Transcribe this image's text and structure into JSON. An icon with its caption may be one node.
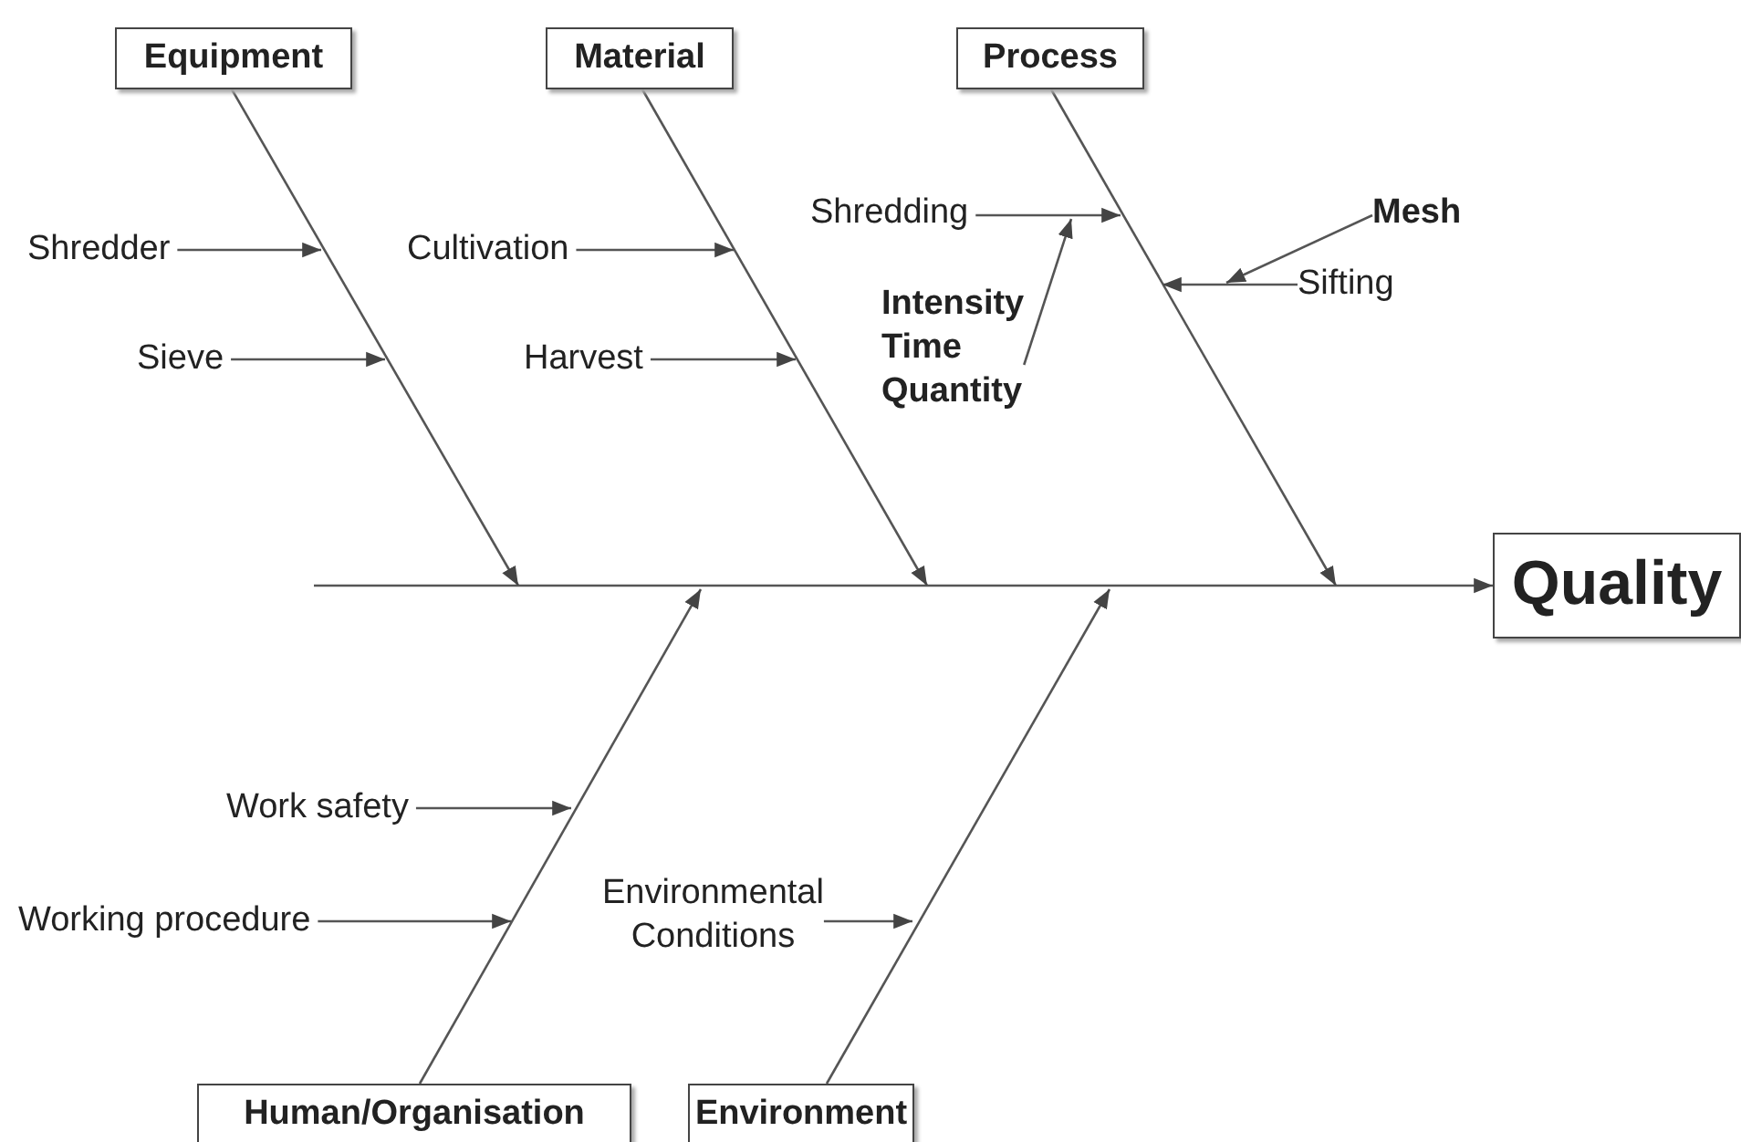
{
  "diagram": {
    "nodes": [
      {
        "text": [
          "Equipment"
        ]
      },
      {
        "text": [
          "Material"
        ]
      },
      {
        "text": [
          "Process"
        ]
      },
      {
        "text": [
          "Quality"
        ]
      },
      {
        "text": [
          "Human/Organisation"
        ]
      },
      {
        "text": [
          "Environment"
        ]
      },
      {
        "text": [
          "Shredder"
        ]
      },
      {
        "text": [
          "Sieve"
        ]
      },
      {
        "text": [
          "Cultivation"
        ]
      },
      {
        "text": [
          "Harvest"
        ]
      },
      {
        "text": [
          "Shredding"
        ]
      },
      {
        "text": [
          "Intensity Time Quantity"
        ]
      },
      {
        "text": [
          "Mesh"
        ]
      },
      {
        "text": [
          "Sifting"
        ]
      },
      {
        "text": [
          "Work safety"
        ]
      },
      {
        "text": [
          "Working procedure"
        ]
      },
      {
        "text": [
          "Environmental Conditions"
        ]
      }
    ],
    "edges": [
      {
        "from": null,
        "to": 3,
        "arrow": "to"
      },
      {
        "from": 0,
        "to": null,
        "arrow": "to"
      },
      {
        "from": 1,
        "to": null,
        "arrow": "to"
      },
      {
        "from": 2,
        "to": null,
        "arrow": "to"
      },
      {
        "from": 4,
        "to": null,
        "arrow": "to"
      },
      {
        "from": 5,
        "to": null,
        "arrow": "to"
      },
      {
        "from": 6,
        "to": null,
        "arrow": "to"
      },
      {
        "from": 7,
        "to": null,
        "arrow": "to"
      },
      {
        "from": 8,
        "to": null,
        "arrow": "to"
      },
      {
        "from": 9,
        "to": null,
        "arrow": "to"
      },
      {
        "from": 10,
        "to": null,
        "arrow": "to"
      },
      {
        "from": 11,
        "to": null,
        "arrow": "to"
      },
      {
        "from": 13,
        "to": null,
        "arrow": "to"
      },
      {
        "from": 12,
        "to": null,
        "arrow": "to"
      },
      {
        "from": 14,
        "to": null,
        "arrow": "to"
      },
      {
        "from": 15,
        "to": null,
        "arrow": "to"
      },
      {
        "from": 16,
        "to": null,
        "arrow": "to"
      }
    ]
  }
}
